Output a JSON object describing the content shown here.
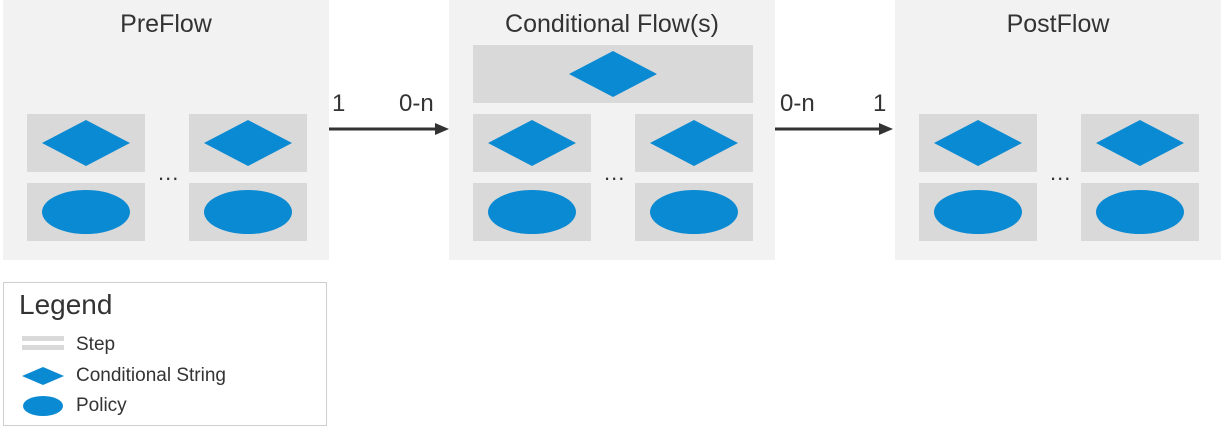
{
  "colors": {
    "flow_bg": "#f2f2f2",
    "step_bg": "#d9d9d9",
    "shape_blue": "#0a8ad2",
    "arrow": "#333333"
  },
  "flows": {
    "preflow": {
      "title": "PreFlow"
    },
    "conditional": {
      "title": "Conditional Flow(s)"
    },
    "postflow": {
      "title": "PostFlow"
    }
  },
  "ellipsis": "...",
  "connectors": {
    "left": {
      "from_mult": "1",
      "to_mult": "0-n"
    },
    "right": {
      "from_mult": "0-n",
      "to_mult": "1"
    }
  },
  "legend": {
    "title": "Legend",
    "items": [
      {
        "label": "Step",
        "icon": "step-icon"
      },
      {
        "label": "Conditional String",
        "icon": "diamond-icon"
      },
      {
        "label": "Policy",
        "icon": "ellipse-icon"
      }
    ]
  }
}
